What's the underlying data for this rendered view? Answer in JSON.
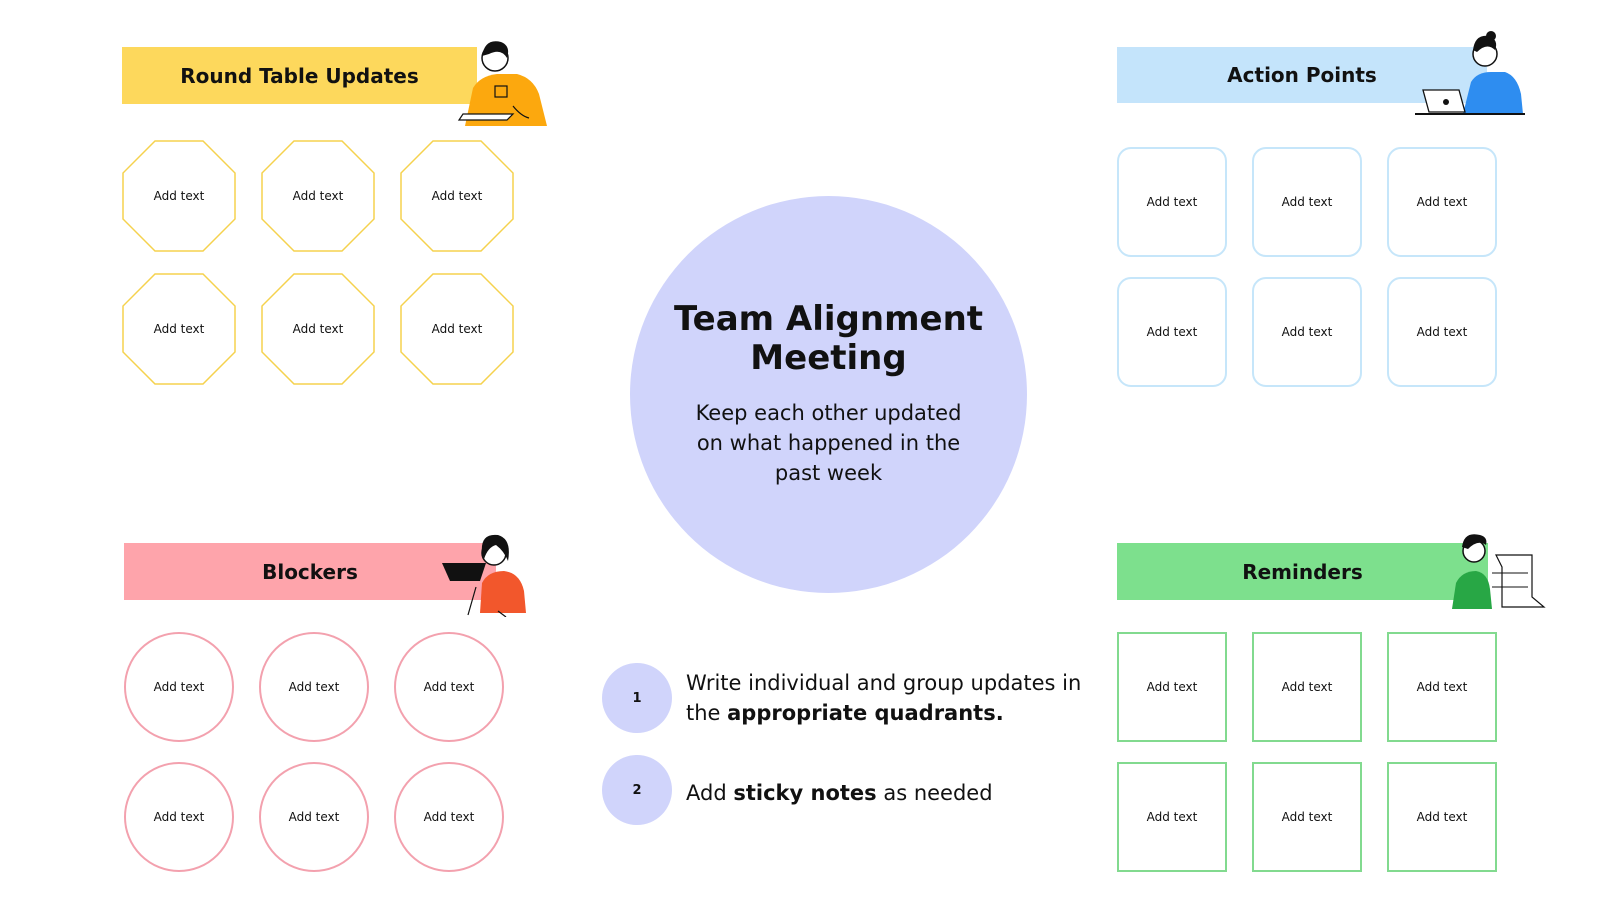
{
  "center": {
    "title": "Team Alignment Meeting",
    "subtitle": "Keep each other updated on what happened in the past week"
  },
  "sections": {
    "round_table": {
      "title": "Round Table Updates",
      "cards": [
        "Add text",
        "Add text",
        "Add text",
        "Add text",
        "Add text",
        "Add text"
      ],
      "color": "#fdd85c"
    },
    "action_points": {
      "title": "Action Points",
      "cards": [
        "Add text",
        "Add text",
        "Add text",
        "Add text",
        "Add text",
        "Add text"
      ],
      "color": "#c4e4fb"
    },
    "blockers": {
      "title": "Blockers",
      "cards": [
        "Add text",
        "Add text",
        "Add text",
        "Add text",
        "Add text",
        "Add text"
      ],
      "color": "#fea4ab"
    },
    "reminders": {
      "title": "Reminders",
      "cards": [
        "Add text",
        "Add text",
        "Add text",
        "Add text",
        "Add text",
        "Add text"
      ],
      "color": "#7de08d"
    }
  },
  "steps": [
    {
      "number": "1",
      "text_before": "Write individual and group updates in the ",
      "text_bold": "appropriate quadrants.",
      "text_after": ""
    },
    {
      "number": "2",
      "text_before": "Add ",
      "text_bold": "sticky notes",
      "text_after": " as needed"
    }
  ],
  "colors": {
    "circle": "#d0d4fb",
    "octagon_border": "#f5d24e",
    "rounded_border": "#c6e6fa",
    "circle_border": "#f3a1ae",
    "square_border": "#82da8f"
  }
}
